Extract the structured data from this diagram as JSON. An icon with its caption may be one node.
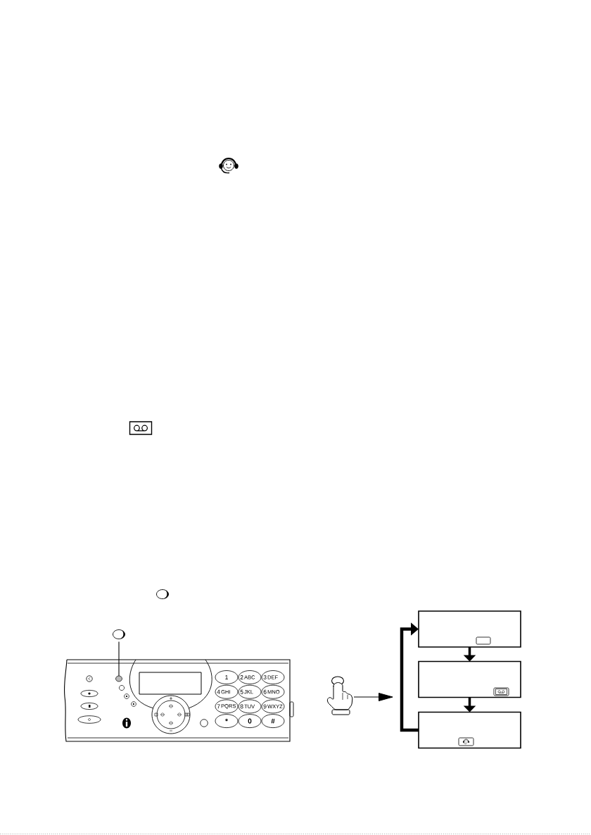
{
  "diagram": {
    "nodes": [
      {
        "text": [],
        "shape": "circle"
      },
      {
        "text": [],
        "shape": "circle"
      },
      {
        "text": [],
        "shape": "picture"
      },
      {
        "text": [],
        "shape": "box"
      },
      {
        "text": [],
        "shape": "box"
      },
      {
        "text": [],
        "shape": "box"
      }
    ],
    "edges": [
      {
        "from": 0,
        "to": 1,
        "arrow": "none"
      },
      {
        "from": 2,
        "to": null,
        "arrow": "to"
      },
      {
        "from": 3,
        "to": 4,
        "arrow": "to"
      },
      {
        "from": 4,
        "to": 5,
        "arrow": "to"
      },
      {
        "from": 5,
        "to": 3,
        "arrow": "to"
      }
    ],
    "labels": [
      "1",
      "2",
      "ABC",
      "3",
      "DEF",
      "4",
      "GHI",
      "5",
      "JKL",
      "6",
      "MNO",
      "7",
      "PQRS",
      "8",
      "TUV",
      "9",
      "WXYZ",
      "*",
      "0",
      "#"
    ]
  }
}
